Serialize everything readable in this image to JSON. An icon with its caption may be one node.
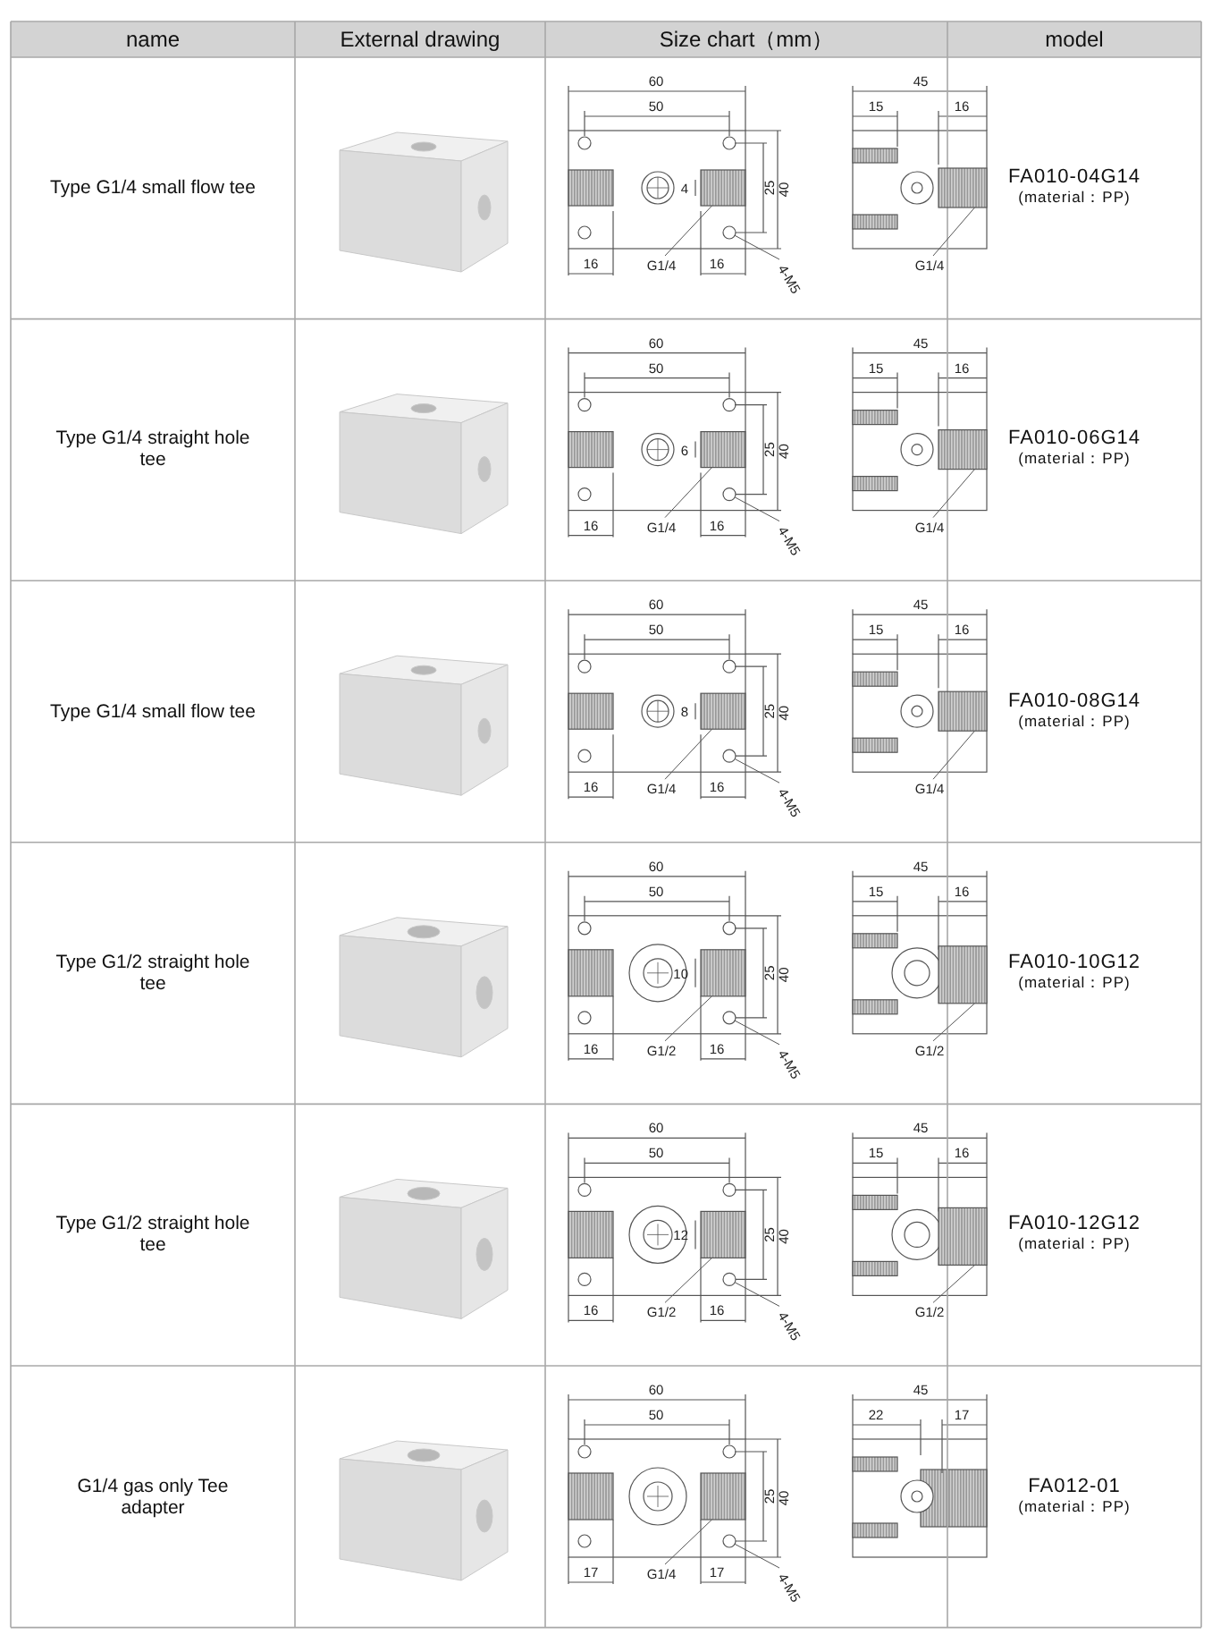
{
  "diagram": {
    "nodes": [
      {
        "text": [
          "G1/4"
        ]
      },
      {
        "text": [
          "4-M5"
        ]
      },
      {
        "text": [
          "G1/4"
        ]
      },
      {
        "text": [
          "G1/4"
        ]
      },
      {
        "text": [
          "4-M5"
        ]
      },
      {
        "text": [
          "G1/4"
        ]
      },
      {
        "text": [
          "G1/4"
        ]
      },
      {
        "text": [
          "4-M5"
        ]
      },
      {
        "text": [
          "G1/4"
        ]
      },
      {
        "text": [
          "G1/2"
        ]
      },
      {
        "text": [
          "4-M5"
        ]
      },
      {
        "text": [
          "G1/2"
        ]
      },
      {
        "text": [
          "G1/2"
        ]
      },
      {
        "text": [
          "4-M5"
        ]
      },
      {
        "text": [
          "G1/2"
        ]
      },
      {
        "text": [
          "G1/4"
        ]
      },
      {
        "text": [
          "4-M5"
        ]
      },
      {
        "text": [],
        "shape": "box"
      },
      {
        "text": [],
        "shape": "circle"
      },
      {
        "text": [],
        "shape": "box"
      },
      {
        "text": [],
        "shape": "box"
      },
      {
        "text": [],
        "shape": "circle"
      },
      {
        "text": [],
        "shape": "box"
      },
      {
        "text": [],
        "shape": "box"
      },
      {
        "text": [],
        "shape": "circle"
      },
      {
        "text": [],
        "shape": "box"
      },
      {
        "text": [],
        "shape": "box"
      },
      {
        "text": [],
        "shape": "circle"
      },
      {
        "text": [],
        "shape": "box"
      },
      {
        "text": [],
        "shape": "box"
      },
      {
        "text": [],
        "shape": "circle"
      },
      {
        "text": [],
        "shape": "box"
      },
      {
        "text": [],
        "shape": "box"
      },
      {
        "text": [],
        "shape": "circle"
      }
    ],
    "edges": [
      {
        "from": 0,
        "to": 17,
        "arrow": "none"
      },
      {
        "from": 1,
        "to": 18,
        "arrow": "none"
      },
      {
        "from": 2,
        "to": 19,
        "arrow": "none"
      },
      {
        "from": 3,
        "to": 20,
        "arrow": "none"
      },
      {
        "from": 4,
        "to": 21,
        "arrow": "none"
      },
      {
        "from": 5,
        "to": 22,
        "arrow": "none"
      },
      {
        "from": 6,
        "to": 23,
        "arrow": "none"
      },
      {
        "from": 7,
        "to": 24,
        "arrow": "none"
      },
      {
        "from": 8,
        "to": 25,
        "arrow": "none"
      },
      {
        "from": 9,
        "to": 26,
        "arrow": "none"
      },
      {
        "from": 10,
        "to": 27,
        "arrow": "none"
      },
      {
        "from": 11,
        "to": 28,
        "arrow": "none"
      },
      {
        "from": 12,
        "to": 29,
        "arrow": "none"
      },
      {
        "from": 13,
        "to": 30,
        "arrow": "none"
      },
      {
        "from": 14,
        "to": 31,
        "arrow": "none"
      },
      {
        "from": 15,
        "to": 32,
        "arrow": "none"
      },
      {
        "from": 16,
        "to": 33,
        "arrow": "none"
      }
    ],
    "labels": [
      "name",
      "External drawing",
      "Size chart（mm）",
      "model",
      "Type G1/4 small flow tee",
      "60",
      "50",
      "4",
      "25",
      "40",
      "16",
      "16",
      "45",
      "15",
      "16",
      "FA010-04G14",
      "(material：PP)",
      "Type G1/4 straight hole tee",
      "60",
      "50",
      "6",
      "25",
      "40",
      "16",
      "16",
      "45",
      "15",
      "16",
      "FA010-06G14",
      "(material：PP)",
      "Type G1/4 small flow tee",
      "60",
      "50",
      "8",
      "25",
      "40",
      "16",
      "16",
      "45",
      "15",
      "16",
      "FA010-08G14",
      "(material：PP)",
      "Type G1/2 straight hole tee",
      "60",
      "50",
      "10",
      "25",
      "40",
      "16",
      "16",
      "45",
      "15",
      "16",
      "FA010-10G12",
      "(material：PP)",
      "Type G1/2 straight hole tee",
      "60",
      "50",
      "12",
      "25",
      "40",
      "16",
      "16",
      "45",
      "15",
      "16",
      "FA010-12G12",
      "(material：PP)",
      "G1/4 gas only Tee adapter",
      "60",
      "50",
      "25",
      "40",
      "17",
      "17",
      "45",
      "22",
      "17",
      "FA012-01",
      "(material：PP)"
    ]
  }
}
